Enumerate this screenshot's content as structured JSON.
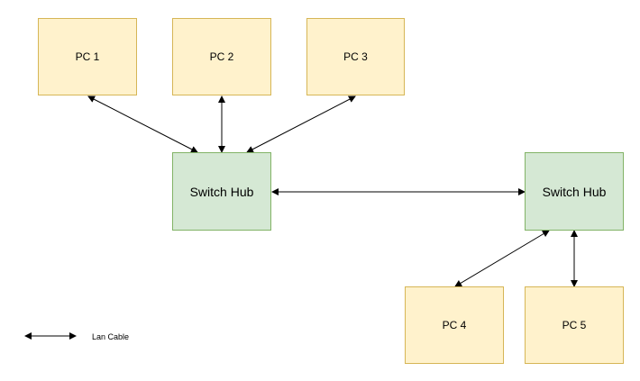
{
  "nodes": {
    "pc1": "PC 1",
    "pc2": "PC 2",
    "pc3": "PC 3",
    "pc4": "PC 4",
    "pc5": "PC 5",
    "hub1": "Switch Hub",
    "hub2": "Switch Hub"
  },
  "connections": [
    {
      "from": "hub1",
      "to": "pc1"
    },
    {
      "from": "hub1",
      "to": "pc2"
    },
    {
      "from": "hub1",
      "to": "pc3"
    },
    {
      "from": "hub1",
      "to": "hub2"
    },
    {
      "from": "hub2",
      "to": "pc4"
    },
    {
      "from": "hub2",
      "to": "pc5"
    }
  ],
  "legend": {
    "label": "Lan Cable"
  },
  "colors": {
    "pc_fill": "#fff2cc",
    "pc_border": "#d6b656",
    "switch_fill": "#d5e8d4",
    "switch_border": "#82b366",
    "connector": "#000000"
  }
}
